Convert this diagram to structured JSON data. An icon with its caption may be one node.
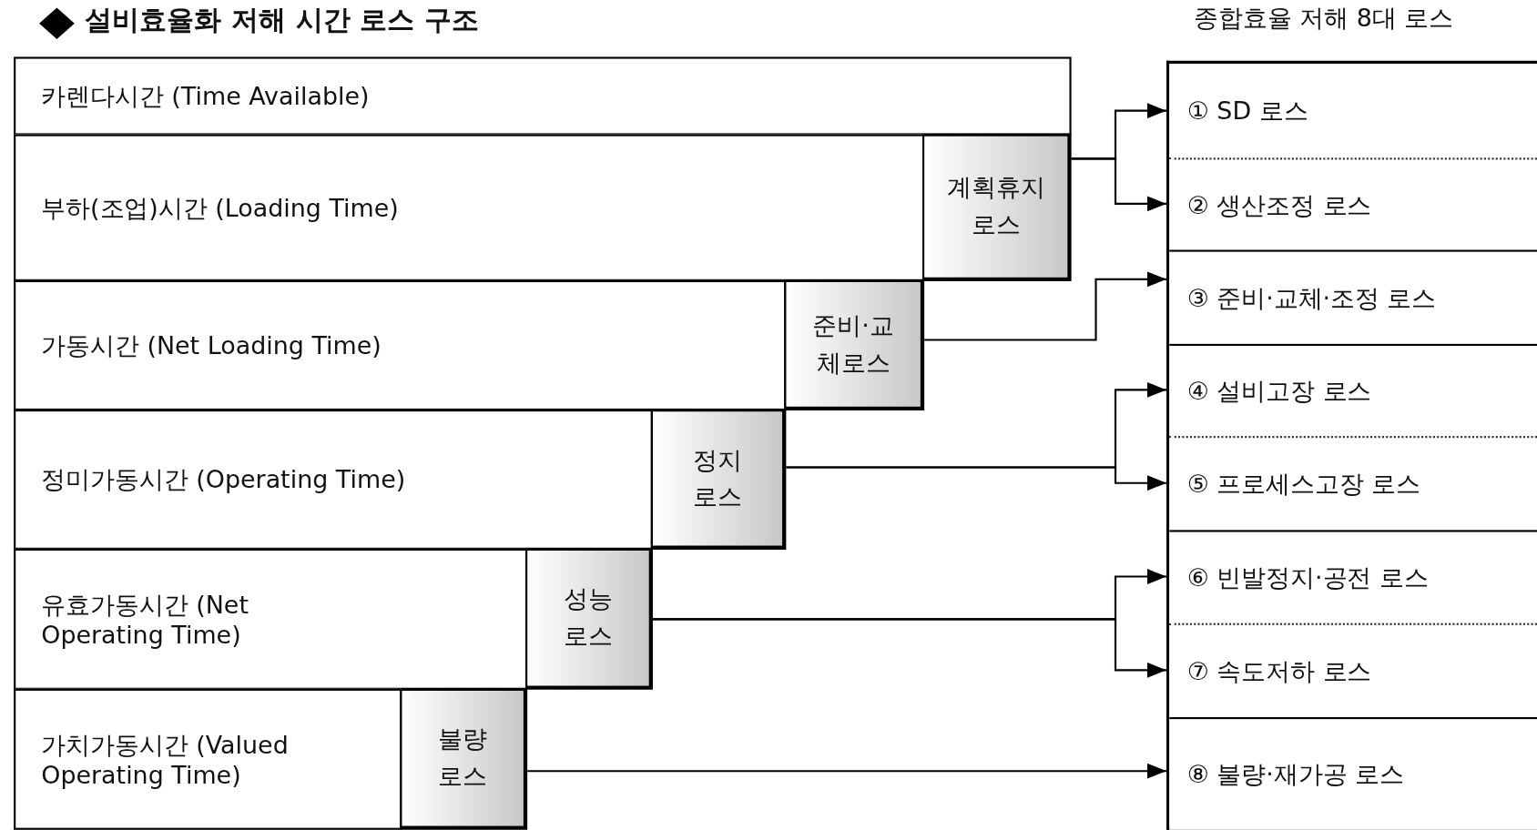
{
  "diagram": {
    "title": "설비효율화 저해 시간 로스 구조",
    "nodes": [
      {
        "text": [
          "카렌다시간 (Time Available)"
        ]
      },
      {
        "text": [
          "부하(조업)시간 (Loading Time)"
        ]
      },
      {
        "text": [
          "계획휴지 로스"
        ]
      },
      {
        "text": [
          "가동시간 (Net Loading Time)"
        ]
      },
      {
        "text": [
          "준비·교체로스"
        ]
      },
      {
        "text": [
          "정미가동시간 (Operating Time)"
        ]
      },
      {
        "text": [
          "정지 로스"
        ]
      },
      {
        "text": [
          "유효가동시간 (Net Operating Time)"
        ]
      },
      {
        "text": [
          "성능 로스"
        ]
      },
      {
        "text": [
          "가치가동시간 (Valued Operating Time)"
        ]
      },
      {
        "text": [
          "불량 로스"
        ]
      },
      {
        "text": [
          "① SD 로스"
        ]
      },
      {
        "text": [
          "② 생산조정 로스"
        ]
      },
      {
        "text": [
          "③ 준비·교체·조정 로스"
        ]
      },
      {
        "text": [
          "④ 설비고장 로스"
        ]
      },
      {
        "text": [
          "⑤ 프로세스고장 로스"
        ]
      },
      {
        "text": [
          "⑥ 빈발정지·공전 로스"
        ]
      },
      {
        "text": [
          "⑦ 속도저하 로스"
        ]
      },
      {
        "text": [
          "⑧ 불량·재가공 로스"
        ]
      }
    ],
    "edges": [
      {
        "from": 2,
        "to": 11,
        "arrow": "to"
      },
      {
        "from": 2,
        "to": 12,
        "arrow": "to"
      },
      {
        "from": 4,
        "to": 13,
        "arrow": "to"
      },
      {
        "from": 6,
        "to": 14,
        "arrow": "to"
      },
      {
        "from": 6,
        "to": 15,
        "arrow": "to"
      },
      {
        "from": 8,
        "to": 16,
        "arrow": "to"
      },
      {
        "from": 8,
        "to": 17,
        "arrow": "to"
      },
      {
        "from": 10,
        "to": 18,
        "arrow": "to"
      }
    ],
    "labels": [
      "종합효율 저해 8대 로스"
    ]
  }
}
